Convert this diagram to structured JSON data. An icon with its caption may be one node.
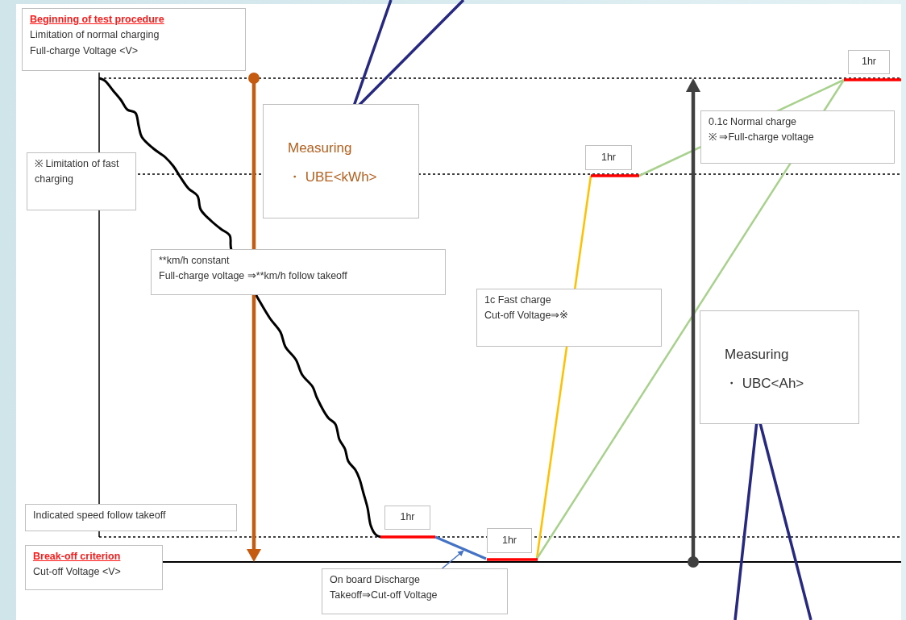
{
  "diagram": {
    "nodes": [
      {
        "text": [
          "Beginning of  test procedure",
          "Limitation of normal charging",
          "Full-charge Voltage <V>"
        ]
      },
      {
        "text": [
          "※ Limitation of fast charging"
        ]
      },
      {
        "text": [
          "Measuring",
          "・ UBE<kWh>"
        ]
      },
      {
        "text": [
          "**km/h constant",
          "Full-charge voltage ⇒**km/h  follow takeoff"
        ]
      },
      {
        "text": [
          "1c Fast charge",
          "Cut-off Voltage⇒※"
        ]
      },
      {
        "text": [
          "0.1c Normal charge",
          "※ ⇒Full-charge voltage"
        ]
      },
      {
        "text": [
          "1hr"
        ]
      },
      {
        "text": [
          "1hr"
        ]
      },
      {
        "text": [
          "Measuring",
          "・ UBC<Ah>"
        ]
      },
      {
        "text": [
          "Indicated speed follow takeoff"
        ]
      },
      {
        "text": [
          "1hr"
        ]
      },
      {
        "text": [
          "1hr"
        ]
      },
      {
        "text": [
          "Break-off criterion",
          "Cut-off Voltage <V>"
        ]
      },
      {
        "text": [
          "On board Discharge",
          "Takeoff⇒Cut-off Voltage"
        ]
      },
      {
        "text": [],
        "shape": "line"
      }
    ],
    "edges": [
      {
        "from": 13,
        "to": 14,
        "arrow": "to",
        "color": "#4472c4"
      }
    ]
  }
}
